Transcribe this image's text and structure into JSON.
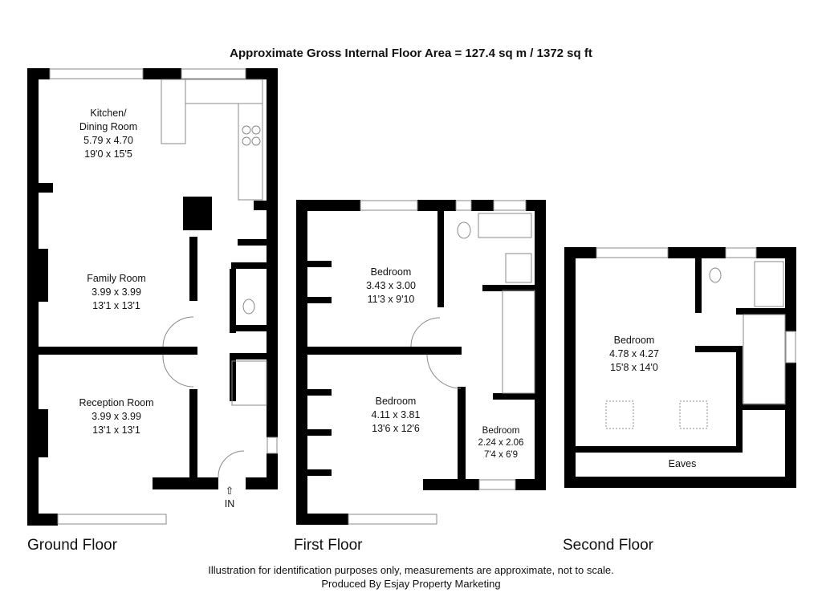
{
  "header": {
    "title": "Approximate Gross Internal Floor Area = 127.4 sq m / 1372 sq ft"
  },
  "floors": [
    {
      "name": "Ground Floor",
      "rooms": [
        {
          "name": "Kitchen/",
          "name2": "Dining Room",
          "metric": "5.79 x 4.70",
          "imperial": "19'0 x 15'5"
        },
        {
          "name": "Family Room",
          "metric": "3.99 x 3.99",
          "imperial": "13'1 x 13'1"
        },
        {
          "name": "Reception Room",
          "metric": "3.99 x 3.99",
          "imperial": "13'1 x 13'1"
        }
      ],
      "entrance_label": "IN"
    },
    {
      "name": "First Floor",
      "rooms": [
        {
          "name": "Bedroom",
          "metric": "3.43 x 3.00",
          "imperial": "11'3 x 9'10"
        },
        {
          "name": "Bedroom",
          "metric": "4.11 x 3.81",
          "imperial": "13'6 x 12'6"
        },
        {
          "name": "Bedroom",
          "metric": "2.24 x 2.06",
          "imperial": "7'4 x 6'9"
        }
      ]
    },
    {
      "name": "Second Floor",
      "rooms": [
        {
          "name": "Bedroom",
          "metric": "4.78 x 4.27",
          "imperial": "15'8 x 14'0"
        },
        {
          "name": "Eaves"
        }
      ]
    }
  ],
  "footer": {
    "disclaimer": "Illustration for identification purposes only, measurements are approximate, not to scale.",
    "credit": "Produced By Esjay Property Marketing"
  }
}
